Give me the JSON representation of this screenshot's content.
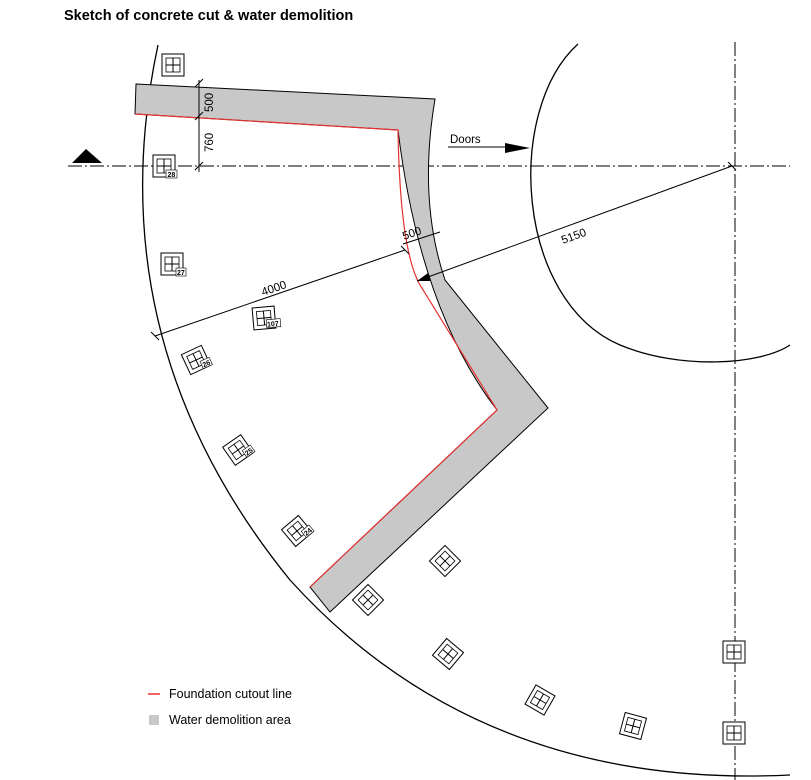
{
  "title": "Sketch of concrete cut & water demolition",
  "labels": {
    "doors": "Doors",
    "dim_500_top": "500",
    "dim_760": "760",
    "dim_500_mid": "500",
    "dim_4000": "4000",
    "dim_5150": "5150"
  },
  "tags": {
    "t28": "28",
    "t27": "27",
    "t107": "107",
    "t26": "26",
    "t25": "25",
    "t24": "24"
  },
  "legend": [
    {
      "label": "Foundation cutout line",
      "color": "#e8312f"
    },
    {
      "label": "Water demolition area",
      "color": "#c8c8c8"
    }
  ],
  "colors": {
    "cutout_line": "#e8312f",
    "demolition_fill": "#c8c8c8",
    "ink": "#000000"
  }
}
